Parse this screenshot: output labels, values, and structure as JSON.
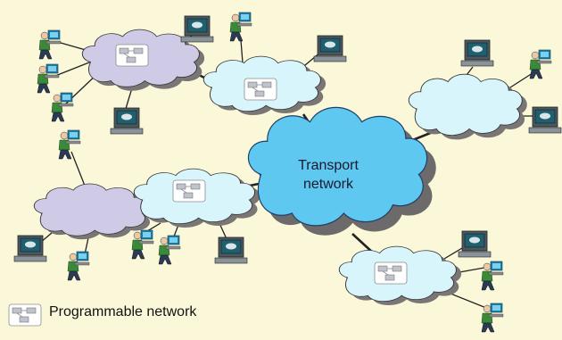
{
  "diagram": {
    "central_cloud_label_line1": "Transport",
    "central_cloud_label_line2": "network",
    "legend_label": "Programmable network"
  },
  "colors": {
    "background": "#fbf8d9",
    "transport_cloud": "#5ec8f0",
    "access_cloud": "#d8f5fb",
    "purple_cloud": "#cfcbe6",
    "link": "#222222",
    "user_shirt": "#3a8a3a",
    "terminal_screen": "#1f5f6e"
  },
  "icons": {
    "cloud": "cloud-icon",
    "programmable_node": "programmable-network-icon",
    "user": "user-icon",
    "terminal": "computer-terminal-icon"
  }
}
